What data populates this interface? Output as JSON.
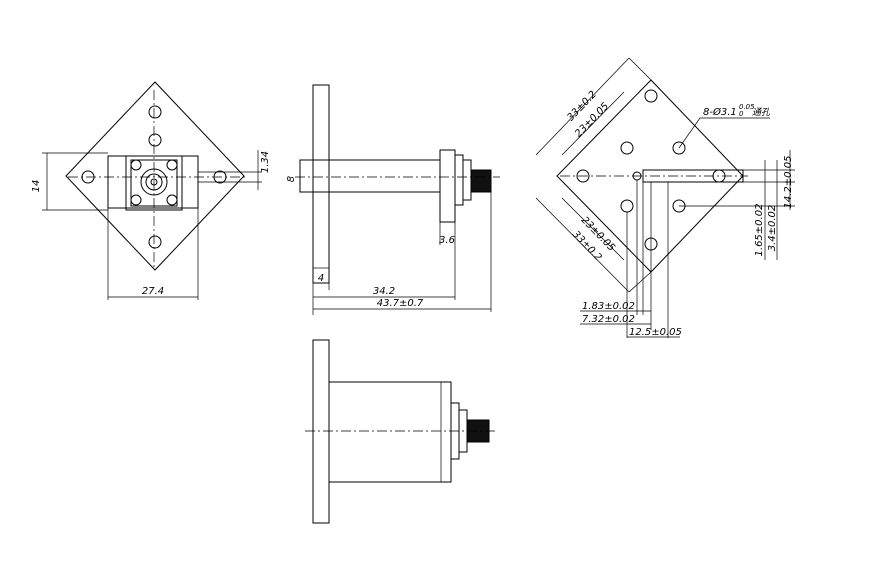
{
  "labels": {
    "front_height": "14",
    "front_offset": "1.34",
    "front_width": "27.4",
    "side_dia": "8",
    "side_flange": "4",
    "side_step": "3.6",
    "side_len1": "34.2",
    "side_len2": "43.7±0.7",
    "flange_a": "33±0.2",
    "flange_b": "23±0.05",
    "flange_c": "23±0.05",
    "flange_d": "33±0.2",
    "hole_spec": "8-Ø3.1",
    "hole_tol": "0.05",
    "hole_tol2": "0",
    "hole_note": "通孔",
    "dim_h1": "1.83±0.02",
    "dim_h2": "7.32±0.02",
    "dim_h3": "12.5±0.05",
    "dim_v1": "1.65±0.02",
    "dim_v2": "3.4±0.02",
    "dim_v3": "14.2±0.05"
  }
}
